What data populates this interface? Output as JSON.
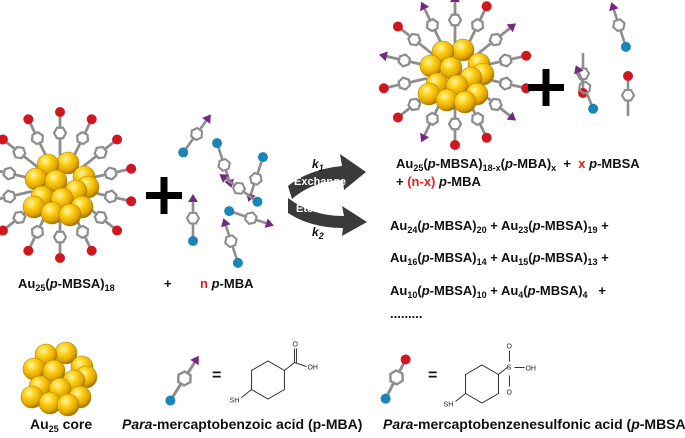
{
  "colors": {
    "gold": "#f4c20d",
    "gold_dark": "#b08300",
    "ligand_gray": "#8e8e8e",
    "sulfonate_red": "#d0161e",
    "thiol_blue": "#1b84b8",
    "carboxyl_purple": "#74297f",
    "arrow_gray": "#3a3a3a",
    "highlight_red": "#e41d1d"
  },
  "reactants": {
    "nanocluster": [
      "Au",
      "25",
      "(",
      "p",
      "-MBSA)",
      "18"
    ],
    "plus": "+",
    "n_symbol": "n",
    "ligand": "p-MBA"
  },
  "arrow": {
    "k1": [
      "k",
      "1"
    ],
    "k2": [
      "k",
      "2"
    ],
    "top_label": "Exchange",
    "bottom_label": "Etching"
  },
  "products": {
    "exchange_line1": {
      "main": [
        "Au",
        "25",
        "(",
        "p",
        "-MBSA)",
        "18-x",
        "(",
        "p",
        "-MBA)",
        "x"
      ],
      "plus1": "+",
      "x_symbol": "x",
      "free_ligand": "p-MBSA"
    },
    "exchange_line2": {
      "plus": "+",
      "nx_symbol": "(n-x)",
      "ligand": "p-MBA"
    },
    "etching_lines": [
      "Au24(p-MBSA)20 + Au23(p-MBSA)19 +",
      "Au16(p-MBSA)14 + Au15(p-MBSA)13 +",
      "Au10(p-MBSA)10 + Au4(p-MBSA)4 +"
    ],
    "ellipsis": "........."
  },
  "legend": {
    "core_label": [
      "Au",
      "25",
      " core"
    ],
    "equals": "=",
    "pmba_label": [
      "Para",
      "-mercaptobenzoic acid (p-MBA)"
    ],
    "pmbsa_label": [
      "Para",
      "-mercaptobenzenesulfonic acid (",
      "p",
      "-MBSA)"
    ],
    "structure_atoms": {
      "sh": "SH",
      "oh": "OH",
      "o": "O",
      "s": "S"
    }
  }
}
